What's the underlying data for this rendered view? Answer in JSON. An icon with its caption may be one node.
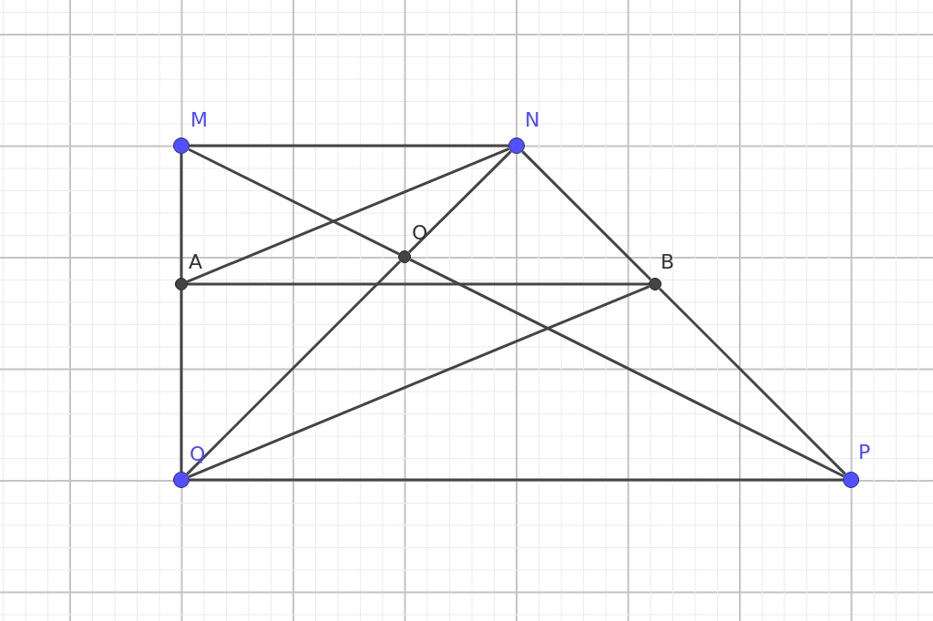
{
  "diagram": {
    "nodes": [
      {
        "text": [
          "M"
        ]
      },
      {
        "text": [
          "N"
        ]
      },
      {
        "text": [
          "A"
        ]
      },
      {
        "text": [
          "O"
        ]
      },
      {
        "text": [
          "B"
        ]
      },
      {
        "text": [
          "Q"
        ]
      },
      {
        "text": [
          "P"
        ]
      }
    ],
    "edges": [
      {
        "from": 0,
        "to": 1,
        "arrow": "none"
      },
      {
        "from": 0,
        "to": 2,
        "arrow": "none"
      },
      {
        "from": 2,
        "to": 5,
        "arrow": "none"
      },
      {
        "from": 1,
        "to": 4,
        "arrow": "none"
      },
      {
        "from": 4,
        "to": 6,
        "arrow": "none"
      },
      {
        "from": 5,
        "to": 6,
        "arrow": "none"
      },
      {
        "from": 2,
        "to": 4,
        "arrow": "none"
      },
      {
        "from": 2,
        "to": 1,
        "arrow": "none"
      },
      {
        "from": 5,
        "to": 4,
        "arrow": "none"
      },
      {
        "from": 0,
        "to": 3,
        "arrow": "none"
      },
      {
        "from": 3,
        "to": 6,
        "arrow": "none"
      },
      {
        "from": 1,
        "to": 3,
        "arrow": "none"
      },
      {
        "from": 3,
        "to": 5,
        "arrow": "none"
      }
    ]
  }
}
